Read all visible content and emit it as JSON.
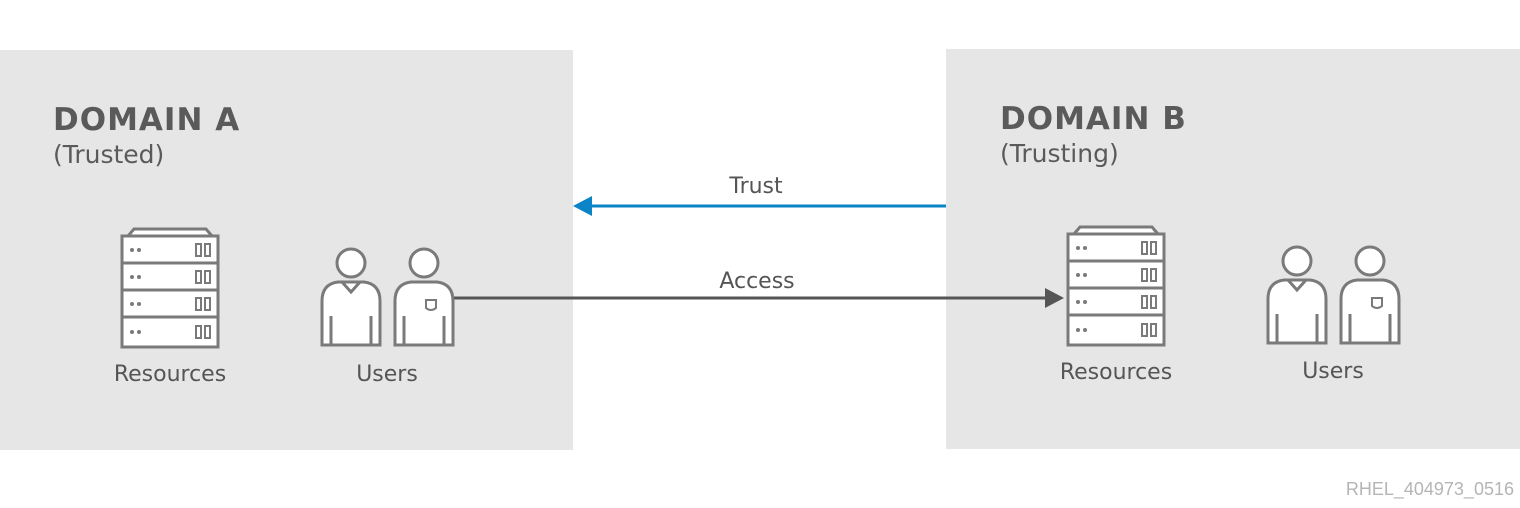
{
  "domain_a": {
    "title": "DOMAIN A",
    "subtitle": "(Trusted)",
    "resources_label": "Resources",
    "users_label": "Users"
  },
  "domain_b": {
    "title": "DOMAIN B",
    "subtitle": "(Trusting)",
    "resources_label": "Resources",
    "users_label": "Users"
  },
  "arrows": {
    "trust": {
      "label": "Trust",
      "color": "#0a84c6"
    },
    "access": {
      "label": "Access",
      "color": "#555555"
    }
  },
  "colors": {
    "panel": "#e6e6e6",
    "icon_stroke": "#7a7a7a",
    "icon_fill": "#ffffff"
  },
  "icons": [
    "server-rack-icon",
    "users-icon"
  ],
  "watermark": "RHEL_404973_0516"
}
